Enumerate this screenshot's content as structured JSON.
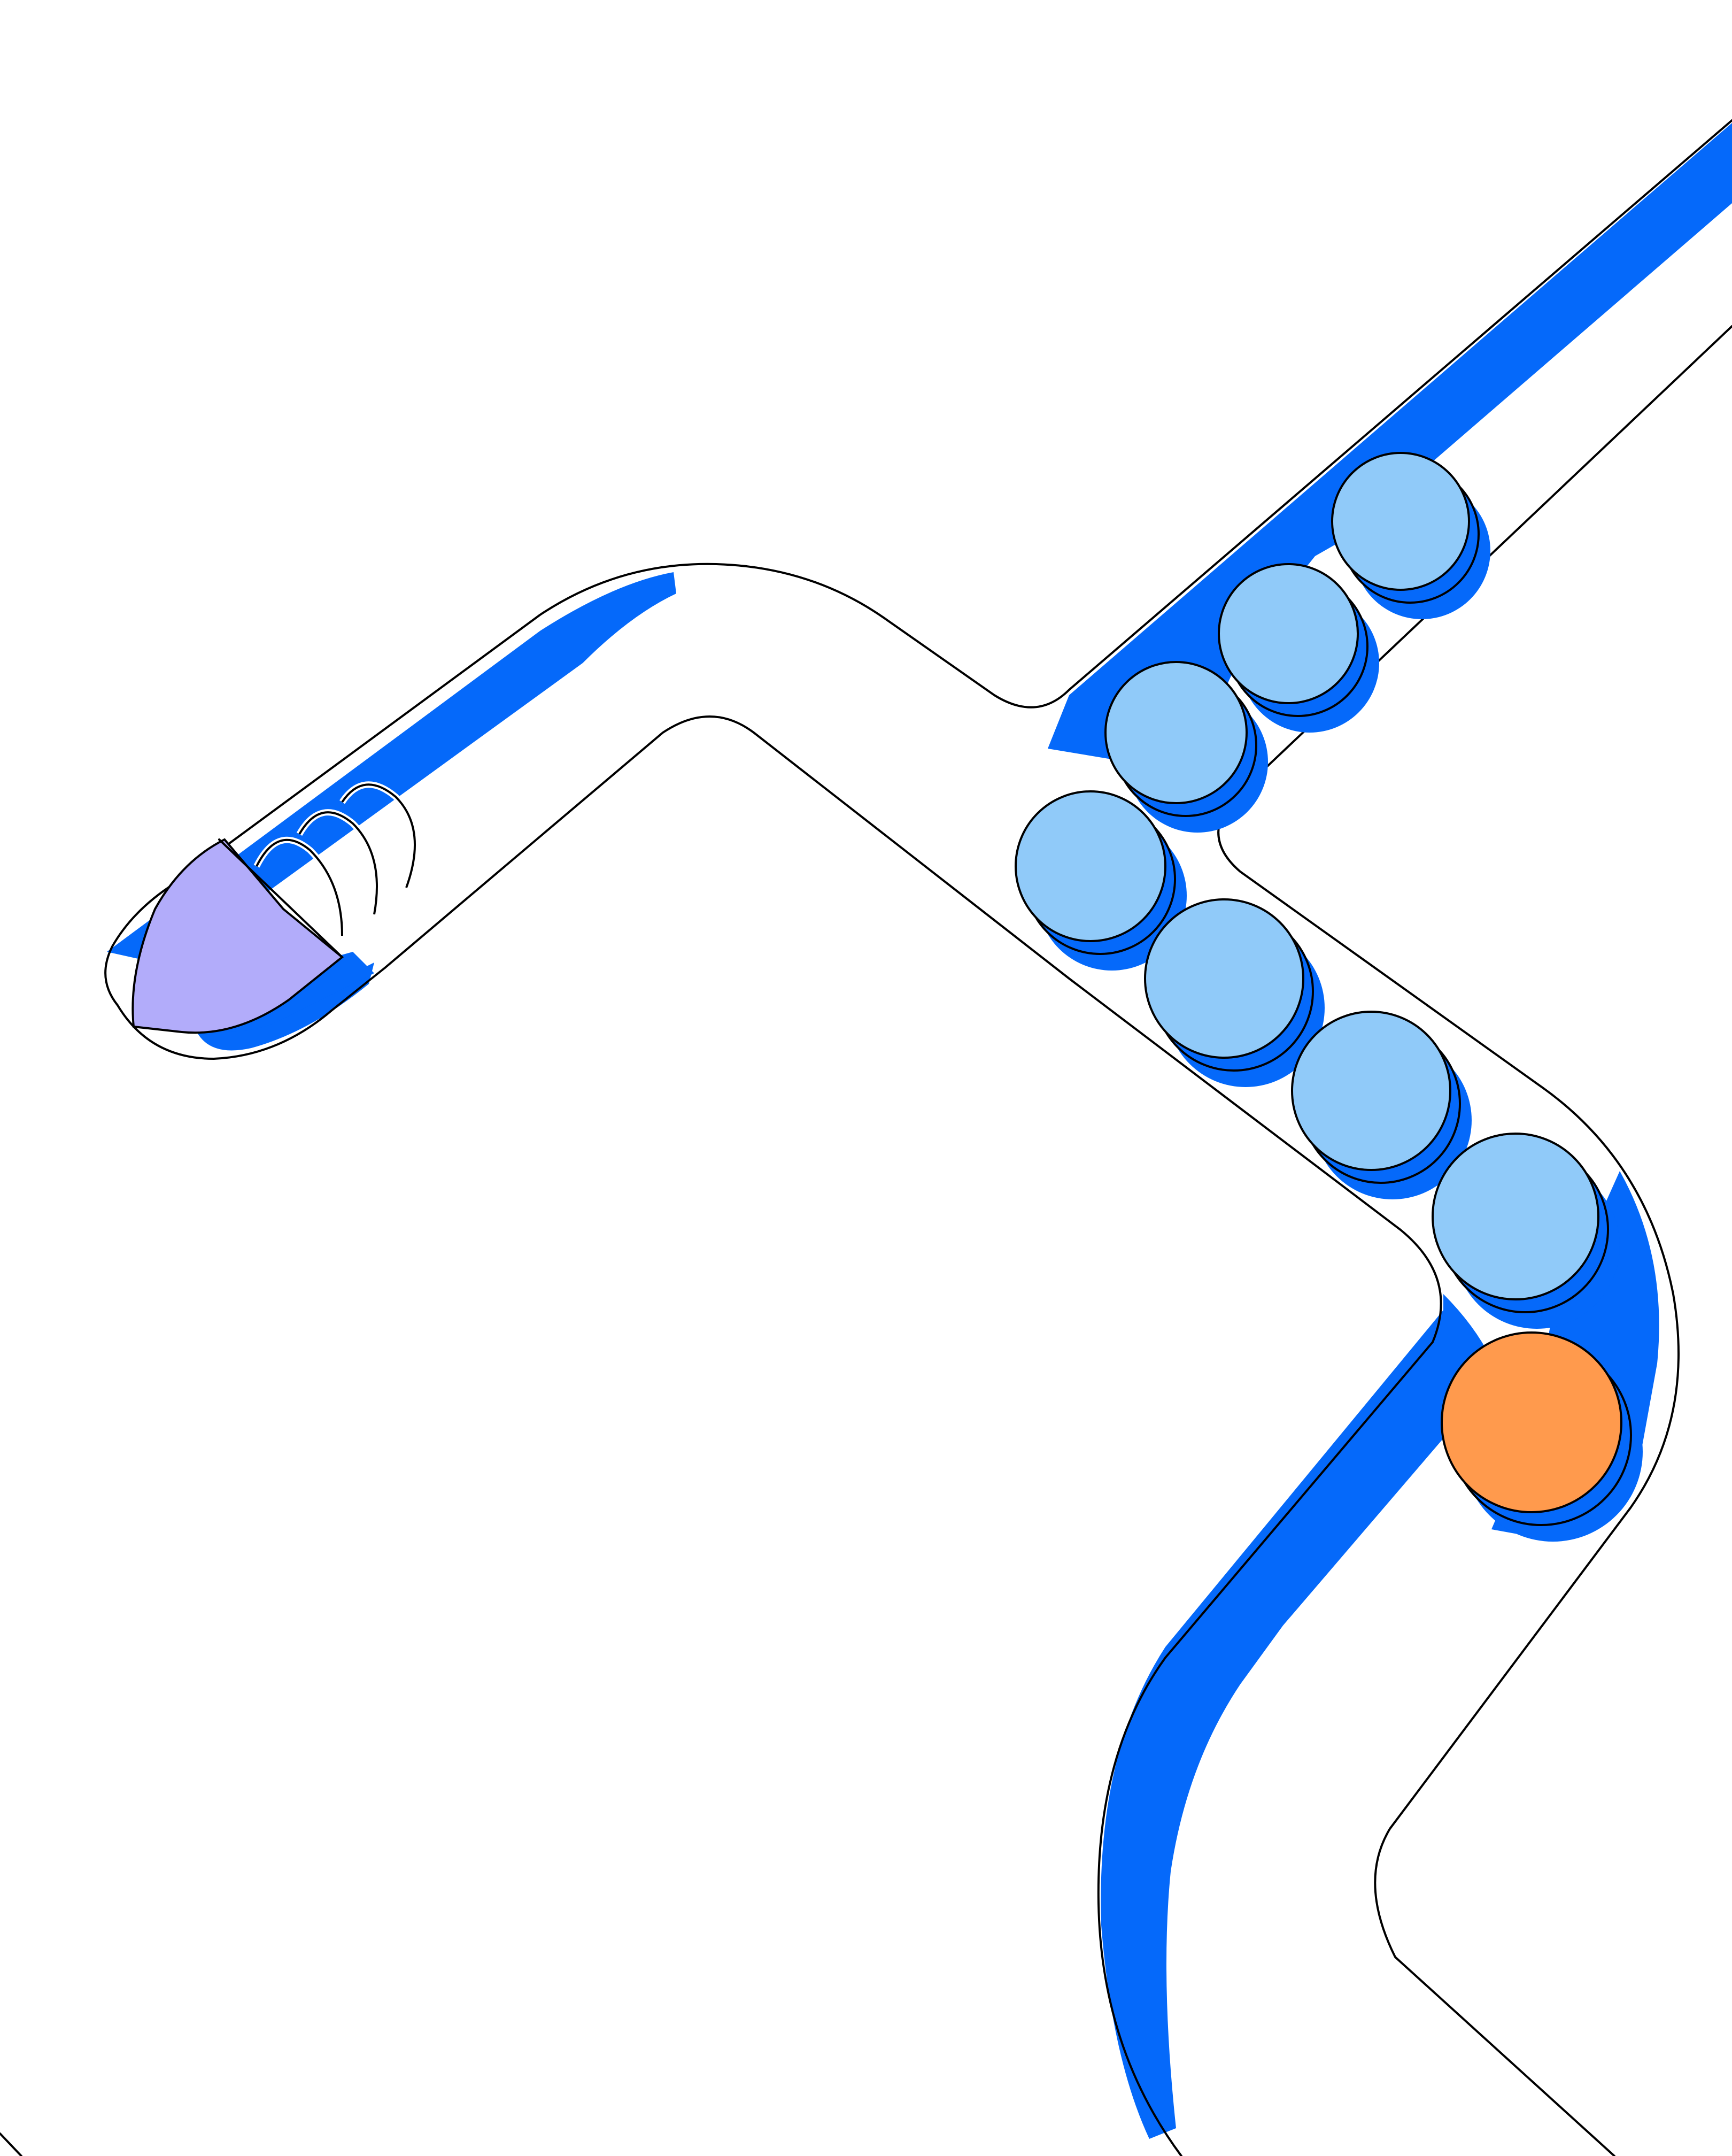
{
  "game": {
    "colors": {
      "background": "#ffffff",
      "track_shadow": "#0569fa",
      "ball_blue": "#90caf9",
      "ball_orange": "#ff9a4d",
      "plunger": "#b2acfa",
      "outline": "#000000"
    },
    "balls": [
      {
        "color": "ball_blue"
      },
      {
        "color": "ball_blue"
      },
      {
        "color": "ball_blue"
      },
      {
        "color": "ball_blue"
      },
      {
        "color": "ball_blue"
      },
      {
        "color": "ball_blue"
      },
      {
        "color": "ball_blue"
      },
      {
        "color": "ball_orange"
      }
    ],
    "plunger": {
      "icon": "spring-icon"
    }
  }
}
